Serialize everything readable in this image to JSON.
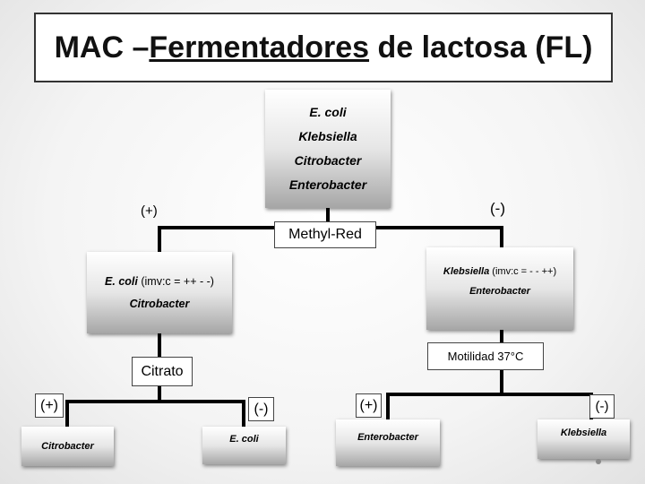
{
  "title": {
    "prefix": "MAC – ",
    "underlined": "Fermentadores",
    "suffix": " de lactosa (FL)"
  },
  "root": {
    "items": [
      "E. coli",
      "Klebsiella",
      "Citrobacter",
      "Enterobacter"
    ]
  },
  "tests": {
    "methyl_red": "Methyl-Red",
    "citrato": "Citrato",
    "motilidad": "Motilidad 37°C"
  },
  "left_node": {
    "name": "E. coli",
    "imvic": "(imv:c = ++ - -)",
    "second": "Citrobacter"
  },
  "right_node": {
    "name": "Klebsiella",
    "imvic": "(imv:c = - - ++)",
    "second": "Enterobacter"
  },
  "signs": {
    "mr_pos": "(+)",
    "mr_neg": "(-)",
    "cit_pos": "(+)",
    "cit_neg": "(-)",
    "mot_pos": "(+)",
    "mot_neg": "(-)"
  },
  "leaves": {
    "citrobacter": "Citrobacter",
    "ecoli": "E. coli",
    "enterobacter": "Enterobacter",
    "klebsiella": "Klebsiella"
  }
}
